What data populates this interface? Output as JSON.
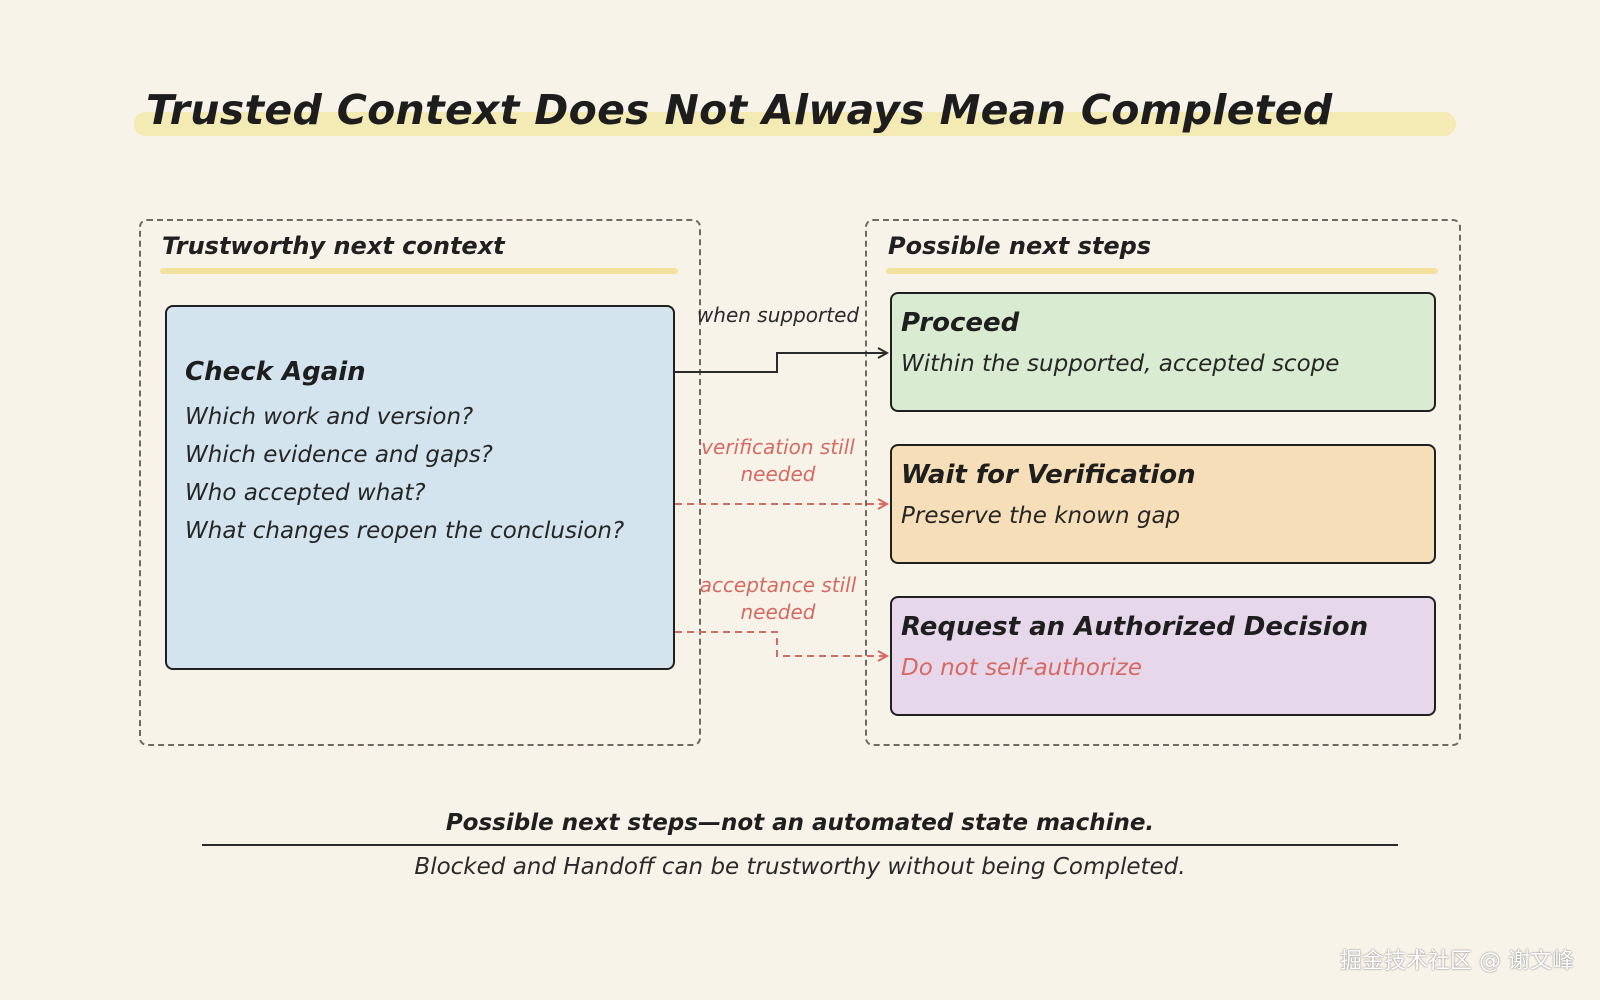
{
  "title": "Trusted Context Does Not Always Mean Completed",
  "left_group": {
    "label": "Trustworthy next context",
    "box": {
      "title": "Check Again",
      "lines": [
        "Which work and version?",
        "Which evidence and gaps?",
        "Who accepted what?",
        "What changes reopen the conclusion?"
      ]
    }
  },
  "right_group": {
    "label": "Possible next steps",
    "steps": [
      {
        "title": "Proceed",
        "subtitle": "Within the supported, accepted scope",
        "color": "#d9ecd2"
      },
      {
        "title": "Wait for Verification",
        "subtitle": "Preserve the known gap",
        "color": "#f6dfb8"
      },
      {
        "title": "Request an Authorized Decision",
        "subtitle": "Do not self-authorize",
        "color": "#e6d8ea",
        "subtitle_color": "#d66a62"
      }
    ]
  },
  "edges": {
    "supported": "when supported",
    "verification_line1": "verification still",
    "verification_line2": "needed",
    "acceptance_line1": "acceptance still",
    "acceptance_line2": "needed"
  },
  "colors": {
    "check_again_fill": "#d3e4ee",
    "highlight": "#f3e7a9",
    "red_connector": "#d66a62",
    "background": "#f8f3e8"
  },
  "footer": {
    "line1": "Possible next steps—not an automated state machine.",
    "line2": "Blocked and Handoff can be trustworthy without being Completed."
  },
  "watermark": "掘金技术社区 @ 谢文峰"
}
